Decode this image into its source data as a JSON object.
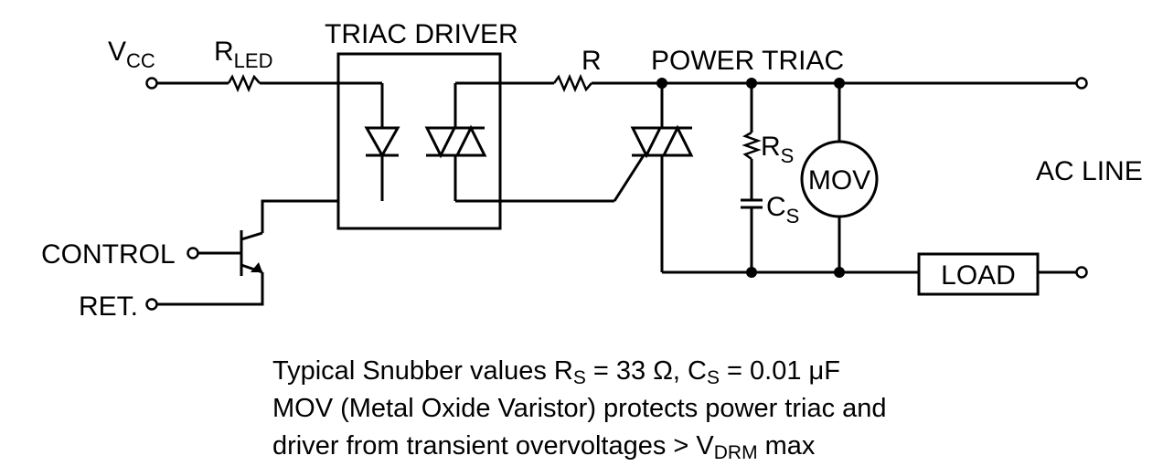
{
  "labels": {
    "vcc": "V",
    "vcc_sub": "CC",
    "rled": "R",
    "rled_sub": "LED",
    "triac_driver": "TRIAC DRIVER",
    "r": "R",
    "power_triac": "POWER TRIAC",
    "rs": "R",
    "rs_sub": "S",
    "cs": "C",
    "cs_sub": "S",
    "mov": "MOV",
    "ac_line": "AC LINE",
    "control": "CONTROL",
    "ret": "RET.",
    "load": "LOAD"
  },
  "notes": {
    "line1": {
      "text1": "Typical Snubber values R",
      "sub1": "S",
      "text2": " = 33 Ω, C",
      "sub2": "S",
      "text3": " = 0.01 μF"
    },
    "line2": "MOV (Metal Oxide Varistor) protects power triac and",
    "line3": {
      "text1": "driver from transient overvoltages > V",
      "sub1": "DRM",
      "text2": " max"
    }
  }
}
